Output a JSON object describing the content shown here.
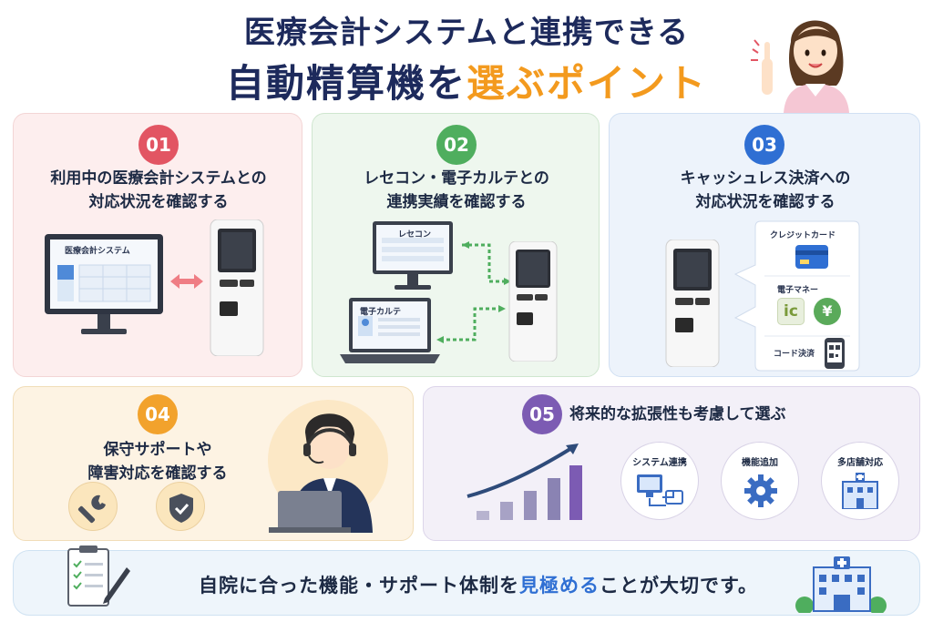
{
  "header": {
    "line1": "医療会計システムと連携できる",
    "line2_main": "自動精算機を",
    "line2_accent": "選ぶポイント"
  },
  "colors": {
    "navy": "#1d2a5c",
    "accent_orange": "#f39a1e",
    "red": "#e25563",
    "green": "#4fae5e",
    "blue": "#2f6fd3",
    "amber": "#f2a22c",
    "purple": "#7c5bb3"
  },
  "cards": [
    {
      "number": "01",
      "line1": "利用中の医療会計システムとの",
      "line2": "対応状況を確認する",
      "screen_label": "医療会計システム"
    },
    {
      "number": "02",
      "line1": "レセコン・電子カルテとの",
      "line2": "連携実績を確認する",
      "label_a": "レセコン",
      "label_b": "電子カルテ"
    },
    {
      "number": "03",
      "line1": "キャッシュレス決済への",
      "line2": "対応状況を確認する",
      "pay_credit": "クレジットカード",
      "pay_emoney": "電子マネー",
      "pay_code": "コード決済",
      "ic_text": "ic",
      "yen_text": "¥"
    },
    {
      "number": "04",
      "line1": "保守サポートや",
      "line2": "障害対応を確認する"
    },
    {
      "number": "05",
      "line1": "将来的な拡張性も考慮して選ぶ",
      "feat1": "システム連携",
      "feat2": "機能追加",
      "feat3": "多店舗対応"
    }
  ],
  "bottom": {
    "text_a": "自院に合った機能・サポート体制を",
    "text_hl": "見極める",
    "text_b": "ことが大切です。"
  }
}
